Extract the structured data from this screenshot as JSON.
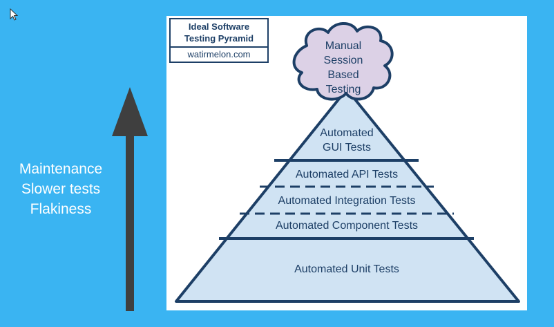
{
  "side_labels": [
    "Maintenance",
    "Slower tests",
    "Flakiness"
  ],
  "diagram": {
    "title_lines": [
      "Ideal Software",
      "Testing Pyramid"
    ],
    "source": "watirmelon.com",
    "cloud_lines": [
      "Manual",
      "Session",
      "Based",
      "Testing"
    ],
    "gui_lines": [
      "Automated",
      "GUI Tests"
    ],
    "api": "Automated API Tests",
    "integration": "Automated Integration Tests",
    "component": "Automated Component Tests",
    "unit": "Automated Unit Tests"
  },
  "colors": {
    "background": "#3ab4f2",
    "arrow": "#3f3f3f",
    "layer_fill": "#d0e3f3",
    "cloud_fill": "#dcd1e6",
    "outline": "#1d3f66"
  }
}
